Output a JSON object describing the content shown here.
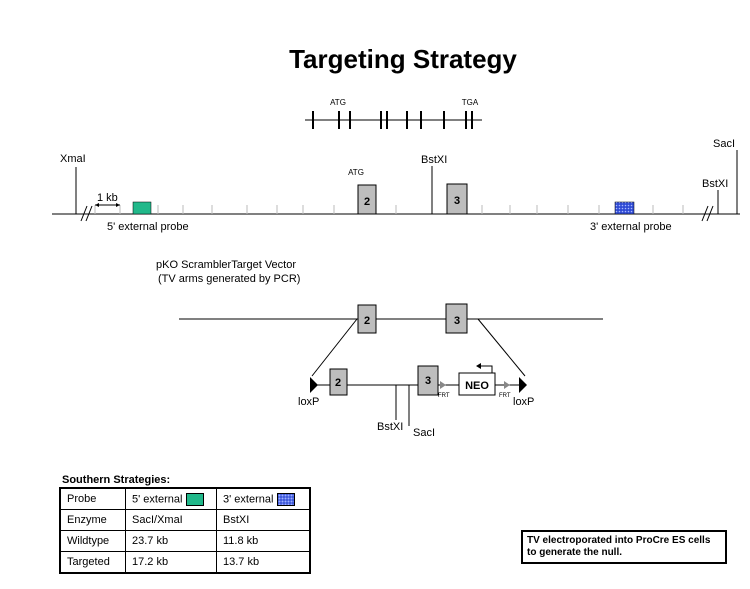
{
  "title": "Targeting Strategy",
  "gene_model": {
    "start_codon": "ATG",
    "stop_codon": "TGA"
  },
  "locus": {
    "enzymes": {
      "xmai": "XmaI",
      "saci": "SacI",
      "bstxi_right": "BstXI",
      "bstxi_mid": "BstXI"
    },
    "atg": "ATG",
    "scale": "1 kb",
    "exon2": "2",
    "exon3": "3",
    "probe5": "5' external probe",
    "probe3": "3' external probe"
  },
  "vector": {
    "name": "pKO ScramblerTarget Vector",
    "note": "(TV arms generated by PCR)",
    "exon2": "2",
    "exon3": "3",
    "neo": "NEO",
    "frt": "FRT",
    "loxp": "loxP",
    "bstxi": "BstXI",
    "saci": "SacI"
  },
  "southern": {
    "heading": "Southern Strategies:",
    "columns": [
      "Probe",
      "5' external",
      "3' external"
    ],
    "rows": [
      [
        "Enzyme",
        "SacI/XmaI",
        "BstXI"
      ],
      [
        "Wildtype",
        "23.7 kb",
        "11.8 kb"
      ],
      [
        "Targeted",
        "17.2 kb",
        "13.7 kb"
      ]
    ]
  },
  "note": "TV electroporated into ProCre ES cells to generate the null.",
  "colors": {
    "probe5": "#21b88a",
    "probe3": "#2f4ad4",
    "exon": "#bdbdbd",
    "line": "#000000"
  }
}
